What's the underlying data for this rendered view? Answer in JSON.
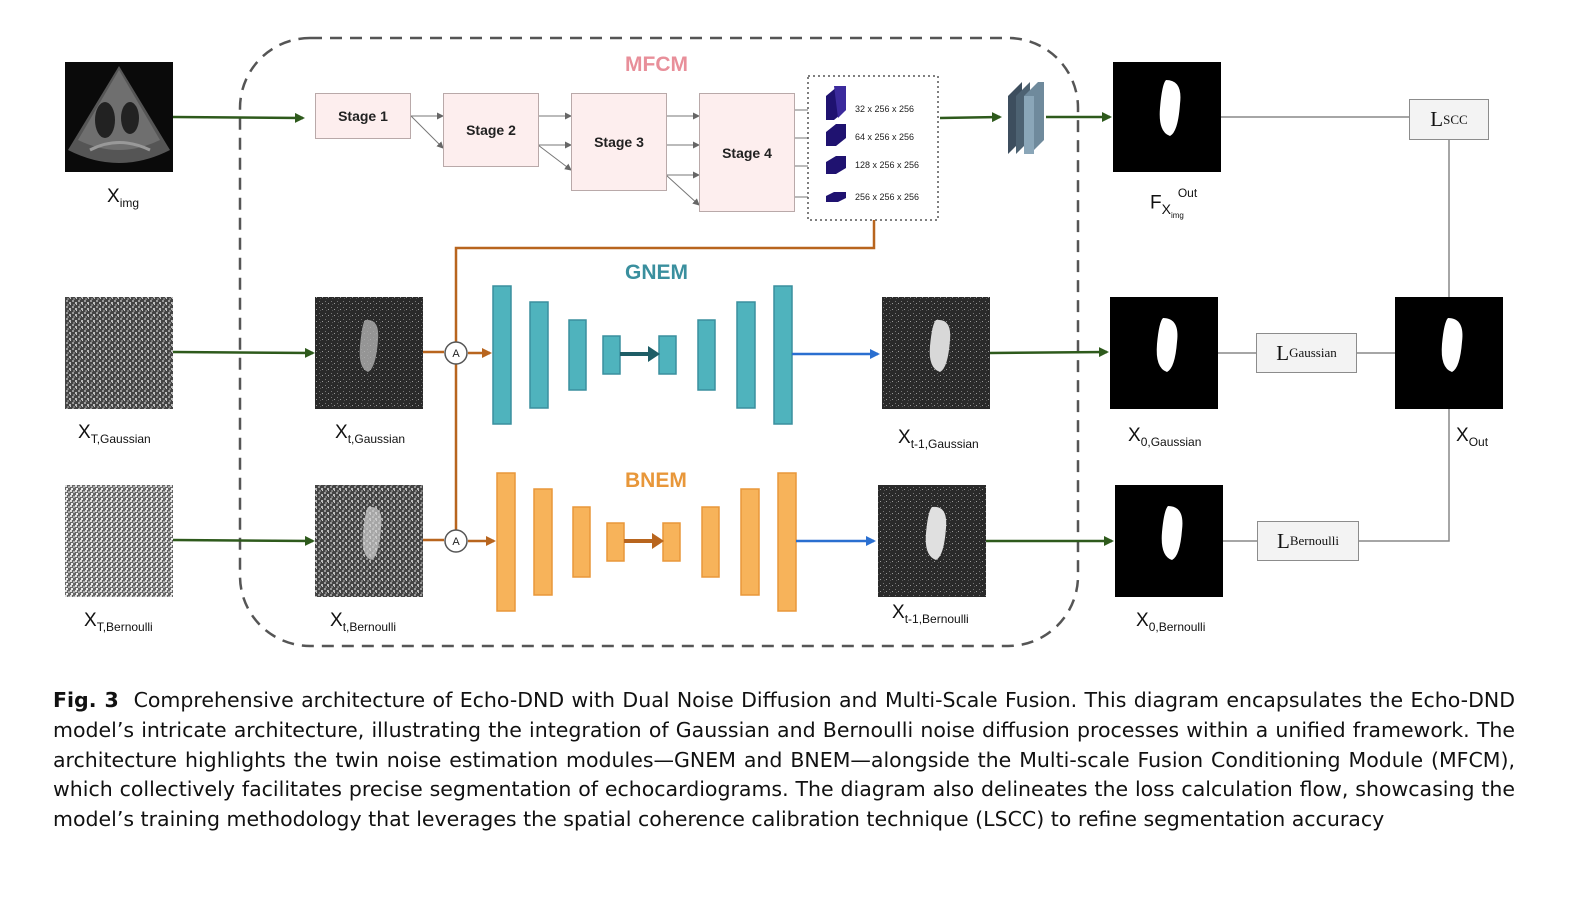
{
  "modules": {
    "mfcm": "MFCM",
    "gnem": "GNEM",
    "bnem": "BNEM"
  },
  "stages": [
    "Stage 1",
    "Stage 2",
    "Stage 3",
    "Stage 4"
  ],
  "feature_dims": [
    "32 x 256 x 256",
    "64 x 256 x 256",
    "128 x 256 x 256",
    "256 x 256 x 256"
  ],
  "labels": {
    "x_img": {
      "base": "X",
      "sub": "img"
    },
    "f_out": {
      "base": "F",
      "sub": "X",
      "subsub": "img",
      "sup": "Out"
    },
    "x_T_gaussian": {
      "base": "X",
      "sub": "T,Gaussian"
    },
    "x_t_gaussian": {
      "base": "X",
      "sub": "t,Gaussian"
    },
    "x_t1_gaussian": {
      "base": "X",
      "sub": "t-1,Gaussian"
    },
    "x_0_gaussian": {
      "base": "X",
      "sub": "0,Gaussian"
    },
    "x_T_bernoulli": {
      "base": "X",
      "sub": "T,Bernoulli"
    },
    "x_t_bernoulli": {
      "base": "X",
      "sub": "t,Bernoulli"
    },
    "x_t1_bernoulli": {
      "base": "X",
      "sub": "t-1,Bernoulli"
    },
    "x_0_bernoulli": {
      "base": "X",
      "sub": "0,Bernoulli"
    },
    "x_out": {
      "base": "X",
      "sub": "Out"
    }
  },
  "losses": {
    "scc": {
      "base": "L",
      "sub": "SCC"
    },
    "gaussian": {
      "base": "L",
      "sub": "Gaussian"
    },
    "bernoulli": {
      "base": "L",
      "sub": "Bernoulli"
    }
  },
  "add_symbol": "A",
  "caption": {
    "fig_label": "Fig. 3",
    "text": "Comprehensive architecture of Echo-DND with Dual Noise Diffusion and Multi-Scale Fusion. This diagram encapsulates the Echo-DND model’s intricate architecture, illustrating the integration of Gaussian and Bernoulli noise diffusion processes within a unified framework. The architecture highlights the twin noise estimation modules—GNEM and BNEM—alongside the Multi-scale Fusion Conditioning Module (MFCM), which collectively facilitates precise segmentation of echocardiograms. The diagram also delineates the loss calculation flow, showcasing the model’s training methodology that leverages the spatial coherence calibration technique (LSCC) to refine segmentation accuracy"
  },
  "colors": {
    "mfcm": "#e88f9a",
    "gnem": "#3a8f9e",
    "bnem": "#e8973a",
    "teal_block": "#4fb3bd",
    "orange_block": "#f7b35a",
    "green_arrow": "#2e5a1c",
    "blue_arrow": "#2a6fd0",
    "brown_line": "#b8651e",
    "stage_fill": "#fdeeee"
  }
}
